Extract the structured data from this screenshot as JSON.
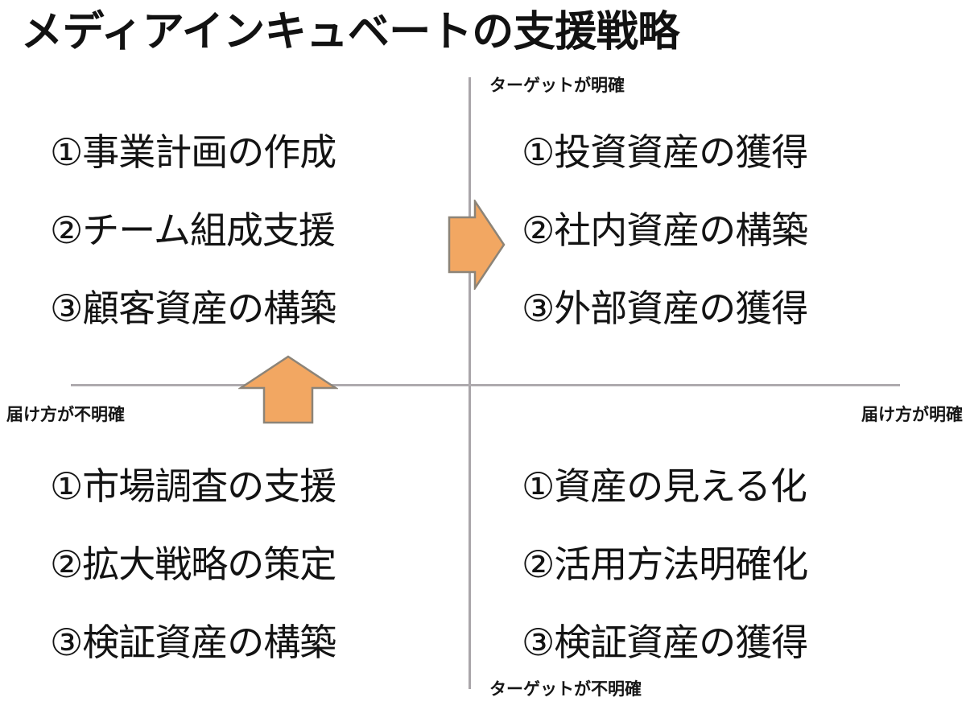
{
  "title": "メディアインキュベートの支援戦略",
  "axes": {
    "top_label": "ターゲットが明確",
    "bottom_label": "ターゲットが不明確",
    "left_label": "届け方が不明確",
    "right_label": "届け方が明確",
    "line_color": "#a9a5a9"
  },
  "arrows": {
    "fill": "#F2A762",
    "stroke": "#8C8478",
    "right_icon": "arrow-right-icon",
    "up_icon": "arrow-up-icon"
  },
  "quadrants": {
    "top_left": {
      "items": [
        "①事業計画の作成",
        "②チーム組成支援",
        "③顧客資産の構築"
      ]
    },
    "top_right": {
      "items": [
        "①投資資産の獲得",
        "②社内資産の構築",
        "③外部資産の獲得"
      ]
    },
    "bottom_left": {
      "items": [
        "①市場調査の支援",
        "②拡大戦略の策定",
        "③検証資産の構築"
      ]
    },
    "bottom_right": {
      "items": [
        "①資産の見える化",
        "②活用方法明確化",
        "③検証資産の獲得"
      ]
    }
  }
}
